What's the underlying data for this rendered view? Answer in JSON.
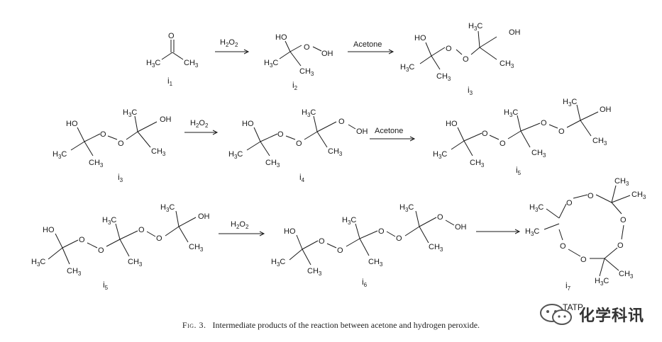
{
  "caption": {
    "figure_label": "Fig. 3.",
    "text": "Intermediate products of the reaction between acetone and hydrogen peroxide."
  },
  "reagents": {
    "h2o2": "H",
    "h2o2_sub": "2",
    "h2o2_o": "O",
    "acetone": "Acetone"
  },
  "compounds": {
    "i1": "i",
    "i1_n": "1",
    "i2_n": "2",
    "i3_n": "3",
    "i4_n": "4",
    "i5_n": "5",
    "i6_n": "6",
    "i7_n": "7",
    "tatp": "TATP"
  },
  "atoms": {
    "o": "O",
    "oh": "OH",
    "ho": "HO",
    "ch": "CH",
    "h": "H",
    "c": "C",
    "three": "3"
  },
  "watermark": {
    "text": "化学科讯",
    "logo": "wechat-icon"
  }
}
